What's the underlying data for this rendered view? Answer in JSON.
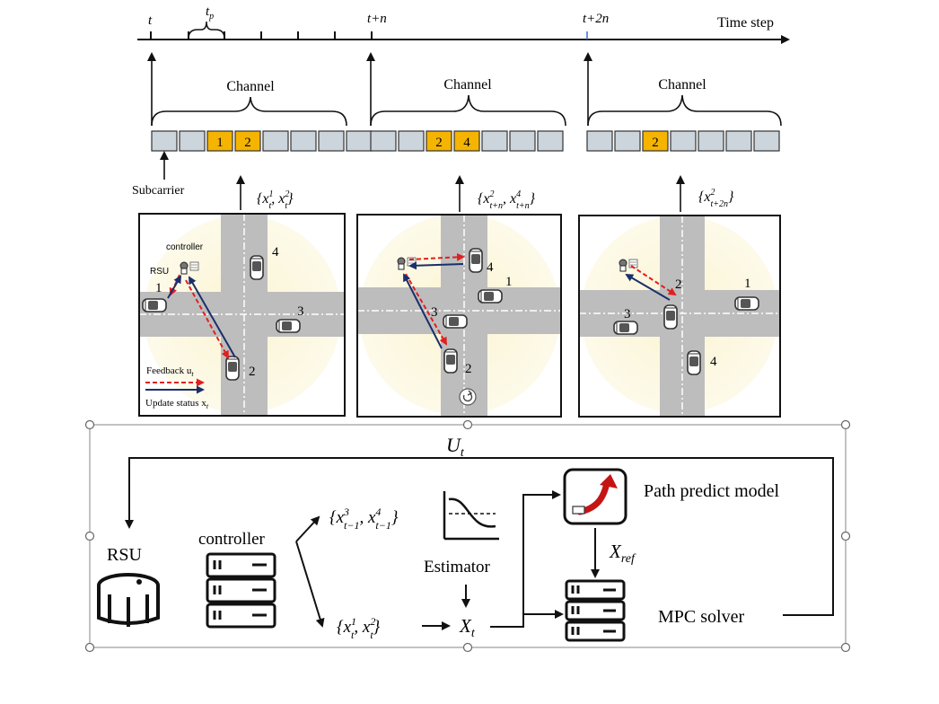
{
  "timeline": {
    "label_t": "t",
    "label_tp": "t",
    "label_tp_sub": "p",
    "label_tn": "t+n",
    "label_t2n": "t+2n",
    "label_time_step": "Time step"
  },
  "channels": [
    {
      "label": "Channel",
      "slots": [
        "",
        "",
        "1",
        "2",
        "",
        "",
        "",
        ""
      ],
      "status_sets": [
        "{x",
        "1",
        "t",
        ", x",
        "2",
        "t",
        "}"
      ]
    },
    {
      "label": "Channel",
      "slots": [
        "",
        "",
        "2",
        "4",
        "",
        "",
        ""
      ],
      "status_sets": [
        "{x",
        "2",
        "t+n",
        ", x",
        "4",
        "t+n",
        "}"
      ]
    },
    {
      "label": "Channel",
      "slots": [
        "",
        "",
        "2",
        "",
        "",
        "",
        ""
      ],
      "status_sets": [
        "{x",
        "2",
        "t+2n",
        "}"
      ]
    }
  ],
  "subcarrier_label": "Subcarrier",
  "scenes": [
    {
      "controller_label": "controller",
      "rsu_label": "RSU",
      "cars": [
        "1",
        "2",
        "3",
        "4"
      ],
      "legend_feedback": "Feedback u",
      "legend_feedback_sub": "t",
      "legend_update": "Update status x",
      "legend_update_sub": "t"
    },
    {
      "cars": [
        "1",
        "2",
        "3",
        "4"
      ]
    },
    {
      "cars": [
        "1",
        "2",
        "3",
        "4"
      ]
    }
  ],
  "bottom": {
    "rsu_label": "RSU",
    "controller_label": "controller",
    "upper_set": [
      "{x",
      "3",
      "t−1",
      ", x",
      "4",
      "t−1",
      "}"
    ],
    "lower_set": [
      "{x",
      "1",
      "t",
      ", x",
      "2",
      "t",
      "}"
    ],
    "estimator_label": "Estimator",
    "xt_label": "X",
    "xt_sub": "t",
    "ut_label": "U",
    "ut_sub": "t",
    "xref_label": "X",
    "xref_sub": "ref",
    "path_model_label": "Path predict model",
    "mpc_label": "MPC solver"
  },
  "colors": {
    "slot_active": "#f5b400",
    "slot_idle": "#ccd4dc",
    "road": "#bdbdbd",
    "glow": "#fbf6dc",
    "feedback": "#e02020",
    "update": "#1a2f6b"
  }
}
